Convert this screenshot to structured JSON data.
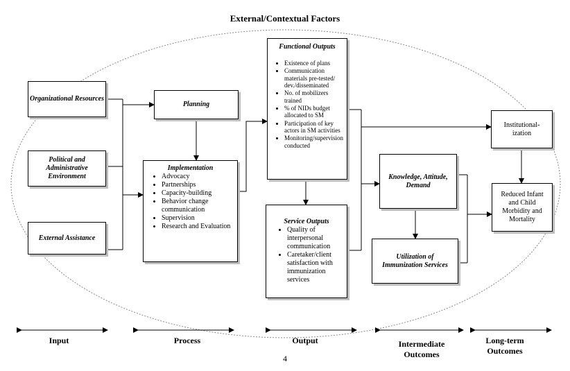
{
  "title": "External/Contextual Factors",
  "inputs": [
    "Organizational Resources",
    "Political and Administrative Environment",
    "External Assistance"
  ],
  "planning": "Planning",
  "implementation": {
    "heading": "Implementation",
    "items": [
      "Advocacy",
      "Partnerships",
      "Capacity-building",
      "Behavior change communication",
      "Supervision",
      "Research and Evaluation"
    ]
  },
  "functional_outputs": {
    "heading": "Functional Outputs",
    "items": [
      "Existence of plans",
      "Communication materials pre-tested/ dev./disseminated",
      "No. of mobilizers trained",
      "% of NIDs budget allocated to SM",
      "Participation of key actors in SM activities",
      "Monitoring/supervision conducted"
    ]
  },
  "service_outputs": {
    "heading": "Service Outputs",
    "items": [
      "Quality of interpersonal communication",
      "Caretaker/client satisfaction with immunization services"
    ]
  },
  "knowledge": "Knowledge, Attitude, Demand",
  "utilization": "Utilization of Immunization Services",
  "institutionalization": "Institutional-ization",
  "reduced": "Reduced Infant and Child Morbidity and Mortality",
  "stages": [
    "Input",
    "Process",
    "Output",
    "Intermediate Outcomes",
    "Long-term Outcomes"
  ],
  "page_number": "4"
}
